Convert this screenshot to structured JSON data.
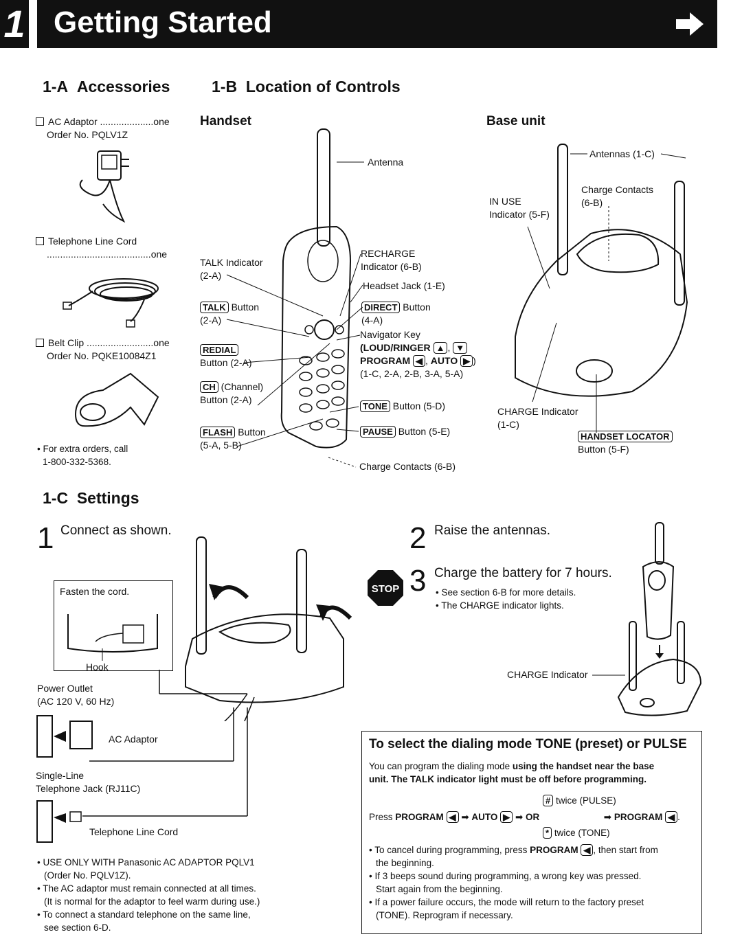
{
  "header": {
    "chapter": "1",
    "title": "Getting Started"
  },
  "accessories": {
    "heading_num": "1-A",
    "heading": "Accessories",
    "items": [
      {
        "name": "AC Adaptor",
        "dots": "....................",
        "qty": "one",
        "order": "Order No. PQLV1Z"
      },
      {
        "name": "Telephone Line Cord",
        "dots": ".......................................",
        "qty": "one"
      },
      {
        "name": "Belt Clip",
        "dots": ".........................",
        "qty": "one",
        "order": "Order No. PQKE10084Z1"
      }
    ],
    "extra_orders_1": "• For extra orders, call",
    "extra_orders_2": "1-800-332-5368."
  },
  "controls": {
    "heading_num": "1-B",
    "heading": "Location of Controls",
    "handset_title": "Handset",
    "base_title": "Base unit",
    "handset_labels": {
      "antenna": "Antenna",
      "talk_indicator_1": "TALK Indicator",
      "talk_indicator_2": "(2-A)",
      "talk_key": "TALK",
      "talk_btn": "Button",
      "talk_ref": "(2-A)",
      "redial_key": "REDIAL",
      "redial_btn": "Button (2-A)",
      "ch_key": "CH",
      "ch_text": "(Channel)",
      "ch_btn": "Button (2-A)",
      "flash_key": "FLASH",
      "flash_btn": "Button",
      "flash_ref": "(5-A, 5-B)",
      "recharge_1": "RECHARGE",
      "recharge_2": "Indicator (6-B)",
      "headset_jack": "Headset Jack (1-E)",
      "direct_key": "DIRECT",
      "direct_btn": "Button",
      "direct_ref": "(4-A)",
      "navigator": "Navigator Key",
      "loud_ringer": "(LOUD/RINGER",
      "program": "PROGRAM",
      "auto": "AUTO",
      "nav_refs": "(1-C, 2-A, 2-B, 3-A, 5-A)",
      "tone_key": "TONE",
      "tone_btn": "Button (5-D)",
      "pause_key": "PAUSE",
      "pause_btn": "Button (5-E)",
      "charge_contacts": "Charge Contacts (6-B)"
    },
    "base_labels": {
      "antennas": "Antennas (1-C)",
      "charge_contacts_1": "Charge Contacts",
      "charge_contacts_2": "(6-B)",
      "in_use_1": "IN USE",
      "in_use_2": "Indicator (5-F)",
      "charge_ind_1": "CHARGE Indicator",
      "charge_ind_2": "(1-C)",
      "locator_key": "HANDSET LOCATOR",
      "locator_btn": "Button (5-F)"
    }
  },
  "settings": {
    "heading_num": "1-C",
    "heading": "Settings",
    "step1_num": "1",
    "step1": "Connect as shown.",
    "fasten": "Fasten the cord.",
    "hook": "Hook",
    "power_outlet_1": "Power Outlet",
    "power_outlet_2": "(AC 120 V, 60 Hz)",
    "ac_adaptor": "AC Adaptor",
    "jack_1": "Single-Line",
    "jack_2": "Telephone Jack (RJ11C)",
    "line_cord": "Telephone Line Cord",
    "notes": [
      "• USE ONLY WITH Panasonic AC ADAPTOR PQLV1",
      "(Order No. PQLV1Z).",
      "• The AC adaptor must remain connected at all times.",
      "(It is normal for the adaptor to feel warm during use.)",
      "• To connect a standard telephone on the same line,",
      "see section 6-D."
    ],
    "step2_num": "2",
    "step2": "Raise the antennas.",
    "stop": "STOP",
    "step3_num": "3",
    "step3": "Charge the battery for 7 hours.",
    "step3_notes": [
      "• See section 6-B for more details.",
      "• The CHARGE indicator lights."
    ],
    "charge_indicator": "CHARGE Indicator"
  },
  "dial_box": {
    "title": "To select the dialing mode TONE (preset) or PULSE",
    "intro_1a": "You can program the dialing mode ",
    "intro_1b": "using the handset near the base",
    "intro_2": "unit. The TALK indicator light must be off before programming.",
    "pulse_key": "#",
    "pulse": "twice (PULSE)",
    "press": "Press",
    "program": "PROGRAM",
    "auto": "AUTO",
    "or": "OR",
    "tone_key": "*",
    "tone": "twice (TONE)",
    "notes": [
      "• To cancel during programming, press",
      ", then start from",
      "the beginning.",
      "• If 3 beeps sound during programming, a wrong key was pressed.",
      "Start again from the beginning.",
      "• If a power failure occurs, the mode will return to the factory preset",
      "(TONE). Reprogram if necessary."
    ]
  }
}
